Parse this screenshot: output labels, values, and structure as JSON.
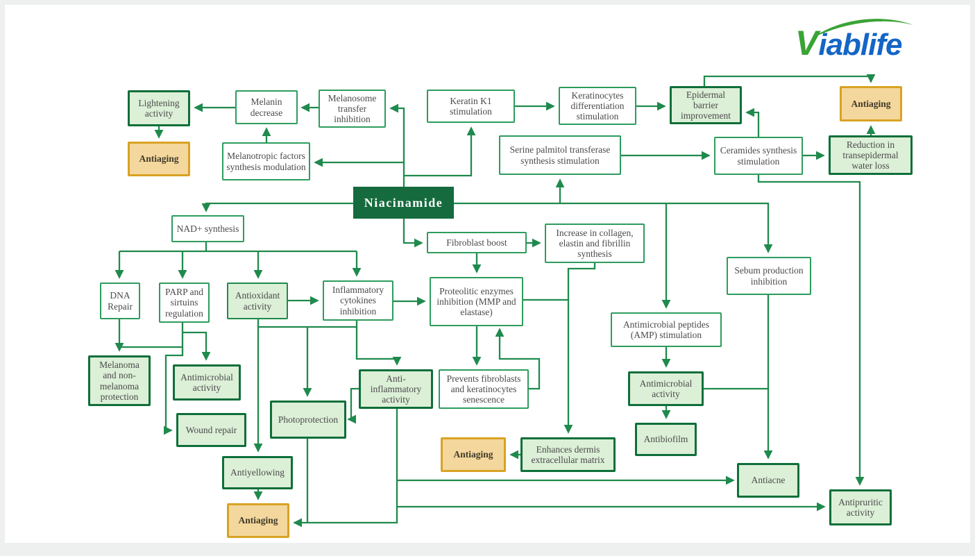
{
  "logo": {
    "v": "V",
    "rest": "iablife",
    "leaf_icon": "leaf-swoosh",
    "green": "#3aa336",
    "blue": "#1565c6"
  },
  "colors": {
    "line_green": "#1f8a4d",
    "box_border_thin": "#2d9c5e",
    "box_border_bold": "#0e6f3a",
    "box_fill_green": "#dcefd7",
    "gold_fill": "#f4d79d",
    "gold_border": "#d8a324",
    "root_fill": "#156b3d"
  },
  "nodes": {
    "lightening": {
      "label": "Lightening activity"
    },
    "antiaging_tl": {
      "label": "Antiaging"
    },
    "melanin": {
      "label": "Melanin decrease"
    },
    "melanosome": {
      "label": "Melanosome transfer inhibition"
    },
    "melanotropic": {
      "label": "Melanotropic factors synthesis modulation"
    },
    "keratin_k1": {
      "label": "Keratin K1 stimulation"
    },
    "keratinocytes": {
      "label": "Keratinocytes differentiation stimulation"
    },
    "epidermal": {
      "label": "Epidermal barrier improvement"
    },
    "antiaging_tr": {
      "label": "Antiaging"
    },
    "serine": {
      "label": "Serine palmitol transferase synthesis stimulation"
    },
    "ceramides": {
      "label": "Ceramides synthesis stimulation"
    },
    "reduction": {
      "label": "Reduction in transepidermal water loss"
    },
    "niacinamide": {
      "label": "Niacinamide"
    },
    "nad": {
      "label": "NAD+ synthesis"
    },
    "fibroblast": {
      "label": "Fibroblast boost"
    },
    "increase": {
      "label": "Increase in collagen, elastin and fibrillin synthesis"
    },
    "dna": {
      "label": "DNA Repair"
    },
    "parp": {
      "label": "PARP and sirtuins regulation"
    },
    "antioxidant": {
      "label": "Antioxidant activity"
    },
    "inflammatory": {
      "label": "Inflammatory cytokines inhibition"
    },
    "proteolitic": {
      "label": "Proteolitic enzymes inhibition (MMP and elastase)"
    },
    "sebum": {
      "label": "Sebum production inhibition"
    },
    "amp": {
      "label": "Antimicrobial peptides (AMP) stimulation"
    },
    "melanoma": {
      "label": "Melanoma and non-melanoma protection"
    },
    "antimicrobial_l": {
      "label": "Antimicrobial activity"
    },
    "wound": {
      "label": "Wound repair"
    },
    "photo": {
      "label": "Photoprotection"
    },
    "anti_inflammatory": {
      "label": "Anti-inflammatory activity"
    },
    "prevents": {
      "label": "Prevents fibroblasts and keratinocytes senescence"
    },
    "antiyellowing": {
      "label": "Antiyellowing"
    },
    "antiaging_bl": {
      "label": "Antiaging"
    },
    "antiaging_mid": {
      "label": "Antiaging"
    },
    "enhances": {
      "label": "Enhances dermis extracellular matrix"
    },
    "antimicrobial_r": {
      "label": "Antimicrobial activity"
    },
    "antibiofilm": {
      "label": "Antibiofilm"
    },
    "antiacne": {
      "label": "Antiacne"
    },
    "antipruritic": {
      "label": "Antipruritic activity"
    }
  }
}
